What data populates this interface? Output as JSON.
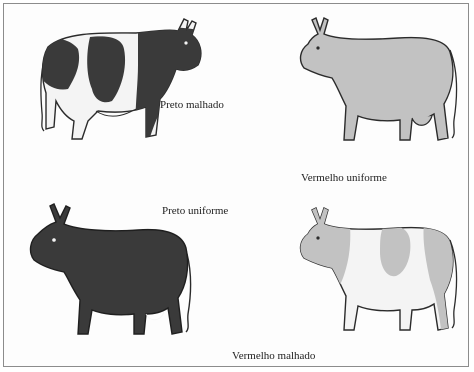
{
  "labels": {
    "preto_malhado": "Preto malhado",
    "vermelho_uniforme": "Vermelho uniforme",
    "preto_uniforme": "Preto uniforme",
    "vermelho_malhado": "Vermelho malhado"
  },
  "colors": {
    "black_coat": "#3a3a3a",
    "red_coat": "#c2c2c2",
    "white_coat": "#f4f4f4",
    "outline": "#2b2b2b",
    "frame_border": "#8c8c8c"
  }
}
